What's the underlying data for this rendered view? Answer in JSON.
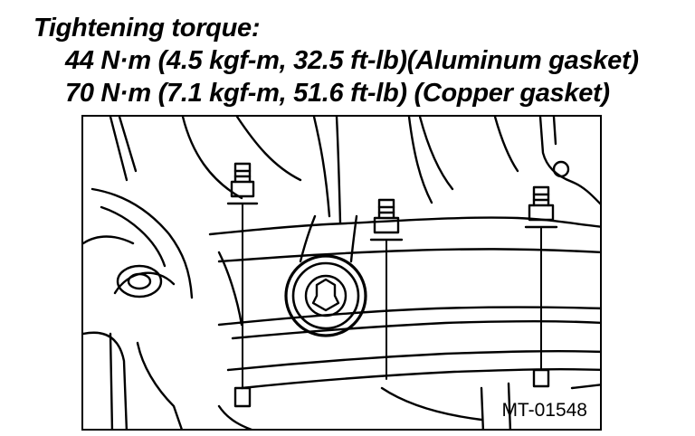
{
  "spec": {
    "heading": "Tightening torque:",
    "lines": [
      "44 N·m (4.5 kgf-m, 32.5 ft-lb)(Aluminum gasket)",
      "70 N·m (7.1 kgf-m, 51.6 ft-lb) (Copper gasket)"
    ]
  },
  "figure": {
    "code": "MT-01548"
  },
  "colors": {
    "ink": "#000000",
    "paper": "#ffffff"
  }
}
